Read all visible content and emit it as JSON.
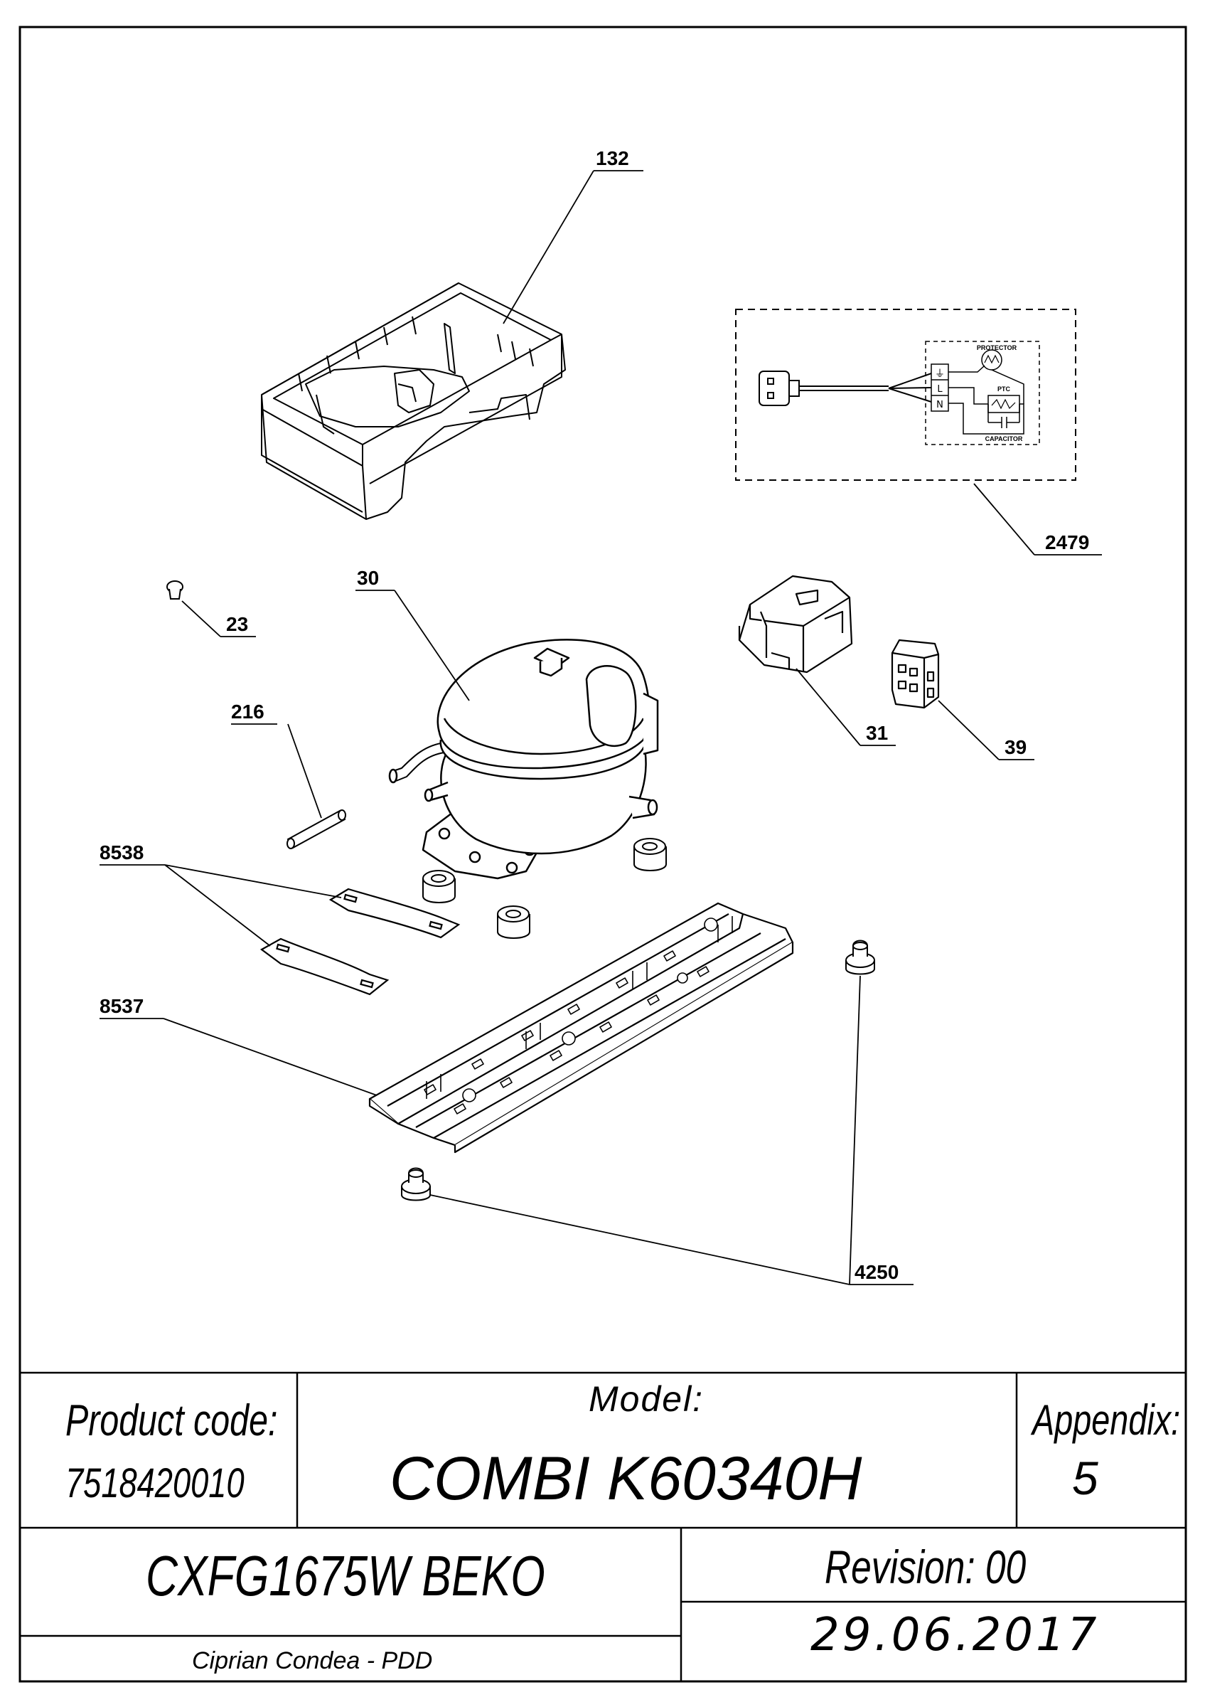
{
  "callouts": [
    {
      "id": "c132",
      "label": "132"
    },
    {
      "id": "c2479",
      "label": "2479"
    },
    {
      "id": "c23",
      "label": "23"
    },
    {
      "id": "c30",
      "label": "30"
    },
    {
      "id": "c31",
      "label": "31"
    },
    {
      "id": "c39",
      "label": "39"
    },
    {
      "id": "c216",
      "label": "216"
    },
    {
      "id": "c8538",
      "label": "8538"
    },
    {
      "id": "c8537",
      "label": "8537"
    },
    {
      "id": "c4250",
      "label": "4250"
    }
  ],
  "wiring": {
    "protector": "PROTECTOR",
    "ptc": "PTC",
    "capacitor": "CAPACITOR",
    "terminal_e": "⏚",
    "terminal_l": "L",
    "terminal_n": "N"
  },
  "title_block": {
    "product_code_label": "Product code:",
    "product_code": "7518420010",
    "model_label": "Model:",
    "model": "COMBI K60340H",
    "appendix_label": "Appendix:",
    "appendix": "5",
    "product_name": "CXFG1675W BEKO",
    "revision": "Revision: 00",
    "author": "Ciprian Condea - PDD",
    "date": "29.06.2017"
  }
}
